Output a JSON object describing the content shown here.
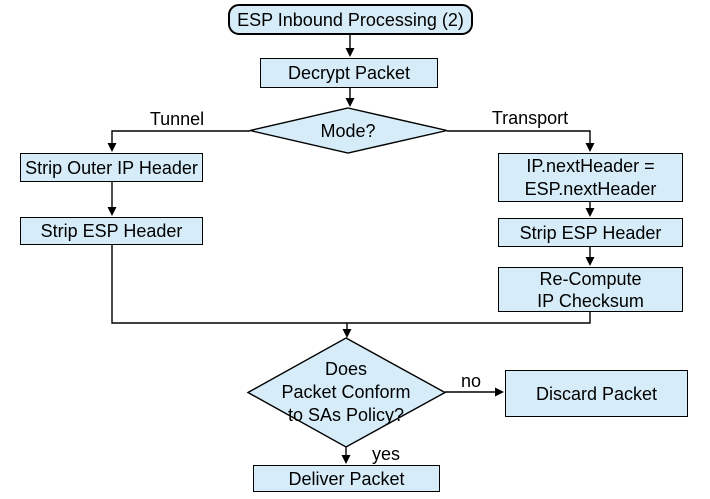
{
  "diagram_title": "ESP Inbound Processing (2)",
  "colors": {
    "node_fill": "#d6ecf8",
    "node_border": "#000000",
    "line": "#000000",
    "text": "#000000",
    "background": "#ffffff"
  },
  "nodes": {
    "start": {
      "label": "ESP Inbound Processing (2)"
    },
    "decrypt": {
      "label": "Decrypt Packet"
    },
    "mode_decision": {
      "label": "Mode?"
    },
    "strip_outer_ip": {
      "label": "Strip Outer IP Header"
    },
    "strip_esp_tunnel": {
      "label": "Strip ESP Header"
    },
    "ip_next_header": {
      "label": "IP.nextHeader =\nESP.nextHeader"
    },
    "strip_esp_transport": {
      "label": "Strip ESP Header"
    },
    "recompute_checksum": {
      "label": "Re-Compute\nIP Checksum"
    },
    "policy_decision": {
      "label": "Does\nPacket Conform\nto SAs Policy?"
    },
    "discard": {
      "label": "Discard Packet"
    },
    "deliver": {
      "label": "Deliver Packet"
    }
  },
  "edge_labels": {
    "tunnel": "Tunnel",
    "transport": "Transport",
    "no": "no",
    "yes": "yes"
  }
}
